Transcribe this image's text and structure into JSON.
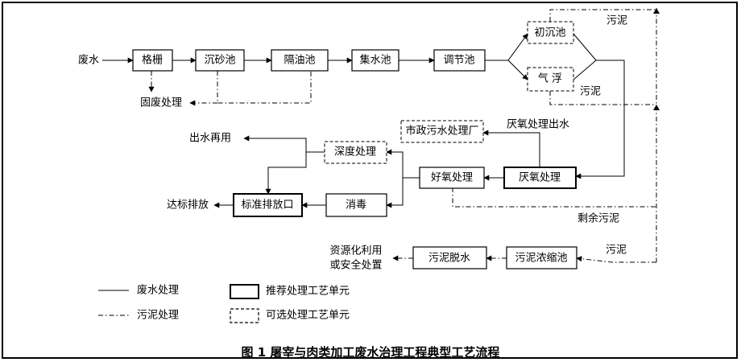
{
  "diagram": {
    "nodes": {
      "wastewater": "废水",
      "screen": "格栅",
      "grit_chamber": "沉砂池",
      "oil_separator": "隔油池",
      "collection_tank": "集水池",
      "equalization_tank": "调节池",
      "primary_settling": "初沉池",
      "air_flotation": "气  浮",
      "solid_waste": "固废处理",
      "municipal_plant": "市政污水处理厂",
      "anaerobic": "厌氧处理",
      "aerobic": "好氧处理",
      "advanced": "深度处理",
      "disinfection": "消毒",
      "standard_outlet": "标准排放口",
      "reuse": "出水再用",
      "discharge": "达标排放",
      "sludge_thicken": "污泥浓缩池",
      "sludge_dewater": "污泥脱水",
      "resource_line1": "资源化利用",
      "resource_line2": "或安全处置"
    },
    "labels": {
      "sludge_top": "污泥",
      "sludge_flotation": "污泥",
      "anaerobic_effluent": "厌氧处理出水",
      "residual_sludge": "剩余污泥",
      "sludge_right": "污泥"
    },
    "legend": {
      "wastewater_line": "废水处理",
      "sludge_line": "污泥处理",
      "recommended_unit": "推荐处理工艺单元",
      "optional_unit": "可选处理工艺单元"
    },
    "caption": "图 1    屠宰与肉类加工废水治理工程典型工艺流程"
  }
}
